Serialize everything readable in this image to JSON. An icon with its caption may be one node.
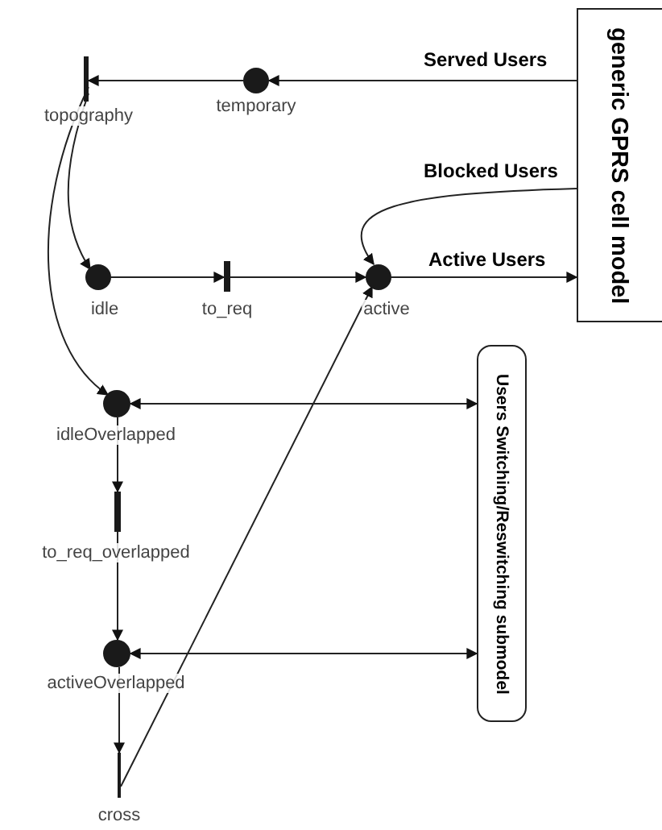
{
  "diagram": {
    "nodes": [
      {
        "text": [
          "generic GPRS cell model"
        ]
      },
      {
        "text": [],
        "shape": "bar",
        "beside": [
          "topography"
        ]
      },
      {
        "text": [],
        "shape": "circle",
        "beside": [
          "temporary"
        ]
      },
      {
        "text": [],
        "shape": "circle",
        "beside": [
          "idle"
        ]
      },
      {
        "text": [],
        "shape": "bar",
        "beside": [
          "to_req"
        ]
      },
      {
        "text": [],
        "shape": "circle",
        "beside": [
          "active"
        ]
      },
      {
        "text": [],
        "shape": "circle",
        "beside": [
          "idleOverlapped"
        ]
      },
      {
        "text": [],
        "shape": "bar",
        "beside": [
          "to_req_overlapped"
        ]
      },
      {
        "text": [],
        "shape": "circle",
        "beside": [
          "activeOverlapped"
        ]
      },
      {
        "text": [],
        "shape": "bar",
        "beside": [
          "cross"
        ]
      },
      {
        "text": [
          "Users Switching/Reswitching submodel"
        ]
      }
    ],
    "edges": [
      {
        "from": 0,
        "to": 2,
        "arrow": "to",
        "label": "Served Users"
      },
      {
        "from": 2,
        "to": 1,
        "arrow": "to"
      },
      {
        "from": 1,
        "to": 3,
        "arrow": "to"
      },
      {
        "from": 1,
        "to": 6,
        "arrow": "to"
      },
      {
        "from": 0,
        "to": 5,
        "arrow": "to",
        "label": "Blocked Users"
      },
      {
        "from": 3,
        "to": 4,
        "arrow": "to"
      },
      {
        "from": 4,
        "to": 5,
        "arrow": "to"
      },
      {
        "from": 5,
        "to": 0,
        "arrow": "to",
        "label": "Active Users"
      },
      {
        "from": 6,
        "to": 10,
        "arrow": "both"
      },
      {
        "from": 6,
        "to": 7,
        "arrow": "to"
      },
      {
        "from": 7,
        "to": 8,
        "arrow": "to"
      },
      {
        "from": 8,
        "to": 10,
        "arrow": "both"
      },
      {
        "from": 8,
        "to": 9,
        "arrow": "to"
      },
      {
        "from": 9,
        "to": 5,
        "arrow": "to"
      }
    ]
  }
}
